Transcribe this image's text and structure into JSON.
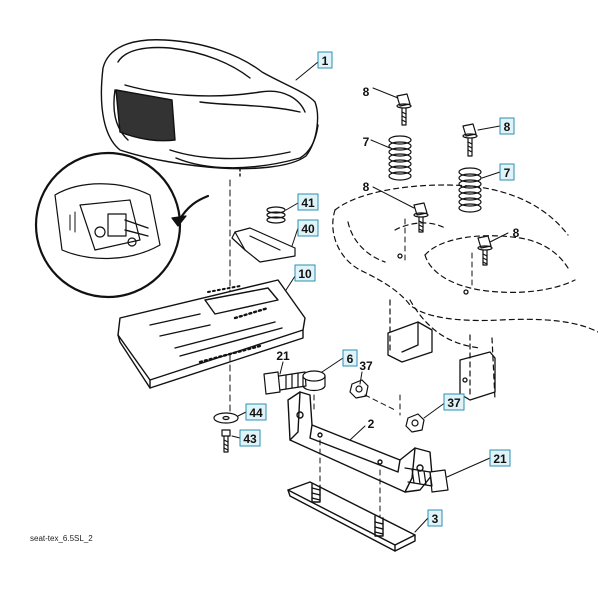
{
  "caption": "seat-tex_6.5SL_2",
  "labels": {
    "p1": "1",
    "p2": "2",
    "p3": "3",
    "p6": "6",
    "p7a": "7",
    "p7b": "7",
    "p8a": "8",
    "p8b": "8",
    "p8c": "8",
    "p8d": "8",
    "p10": "10",
    "p21a": "21",
    "p21b": "21",
    "p37a": "37",
    "p37b": "37",
    "p40": "40",
    "p41": "41",
    "p43": "43",
    "p44": "44"
  }
}
